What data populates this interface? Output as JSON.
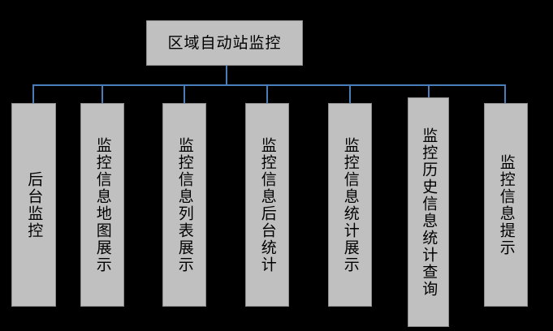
{
  "diagram": {
    "type": "tree",
    "orientation": "top-down",
    "background_color": "#000000",
    "node_fill_color": "#c0c0c0",
    "node_border_color": "#8c8c8c",
    "connector_color": "#4a7ebb",
    "text_color": "#000000",
    "root": {
      "label": "区域自动站监控",
      "text_direction": "horizontal"
    },
    "children": [
      {
        "label": "后台监控",
        "text_direction": "vertical",
        "char_count": 4
      },
      {
        "label": "监控信息地图展示",
        "text_direction": "vertical",
        "char_count": 8
      },
      {
        "label": "监控信息列表展示",
        "text_direction": "vertical",
        "char_count": 8
      },
      {
        "label": "监控信息后台统计",
        "text_direction": "vertical",
        "char_count": 8
      },
      {
        "label": "监控信息统计展示",
        "text_direction": "vertical",
        "char_count": 8
      },
      {
        "label": "监控历史信息统计查询",
        "text_direction": "vertical",
        "char_count": 10
      },
      {
        "label": "监控信息提示",
        "text_direction": "vertical",
        "char_count": 6
      }
    ]
  }
}
